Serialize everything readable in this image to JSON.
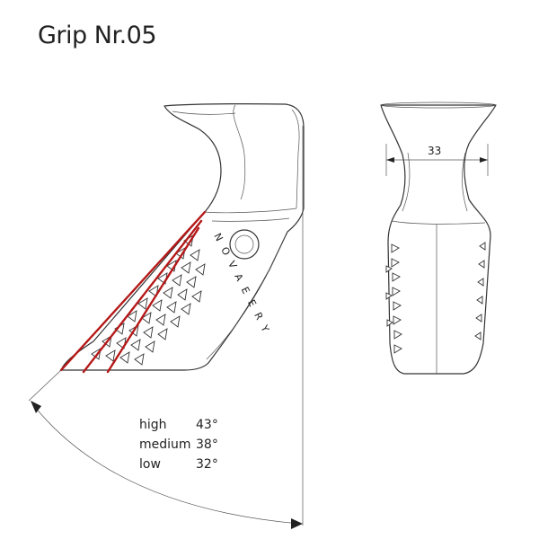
{
  "title": "Grip Nr.05",
  "brand_text": "NOVAEERY",
  "dimension_label": "33",
  "angles": [
    {
      "name": "high",
      "value": "43°"
    },
    {
      "name": "medium",
      "value": "38°"
    },
    {
      "name": "low",
      "value": "32°"
    }
  ],
  "colors": {
    "angle_lines": "#b51818",
    "outline": "#333333"
  }
}
